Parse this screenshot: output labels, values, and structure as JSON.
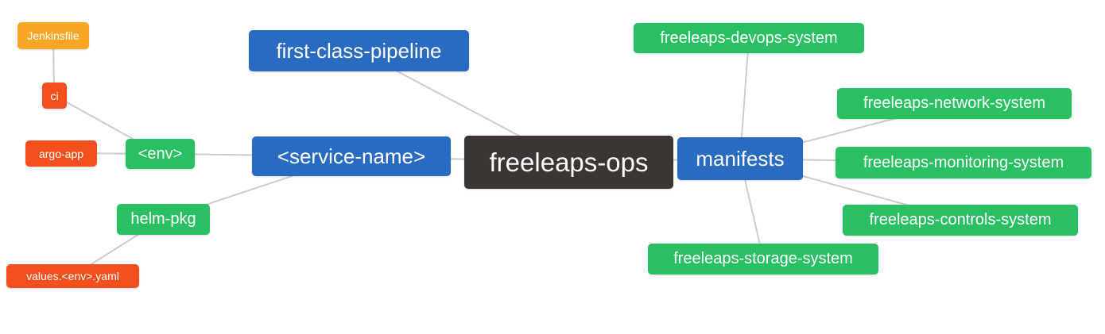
{
  "diagram": {
    "type": "mindmap",
    "root": "freeleaps-ops",
    "nodes": {
      "ops": {
        "label": "freeleaps-ops",
        "color": "#3b3633"
      },
      "fcp": {
        "label": "first-class-pipeline",
        "color": "#2a6bc2"
      },
      "service": {
        "label": "<service-name>",
        "color": "#2a6bc2"
      },
      "manifests": {
        "label": "manifests",
        "color": "#2a6bc2"
      },
      "env": {
        "label": "<env>",
        "color": "#29bf62"
      },
      "helm": {
        "label": "helm-pkg",
        "color": "#29bf62"
      },
      "ci": {
        "label": "ci",
        "color": "#f4501e"
      },
      "argo_app": {
        "label": "argo-app",
        "color": "#f4501e"
      },
      "values": {
        "label": "values.<env>.yaml",
        "color": "#f4501e"
      },
      "jenkinsfile": {
        "label": "Jenkinsfile",
        "color": "#f6a623"
      },
      "devops": {
        "label": "freeleaps-devops-system",
        "color": "#29bf62"
      },
      "network": {
        "label": "freeleaps-network-system",
        "color": "#29bf62"
      },
      "monitoring": {
        "label": "freeleaps-monitoring-system",
        "color": "#29bf62"
      },
      "controls": {
        "label": "freeleaps-controls-system",
        "color": "#29bf62"
      },
      "storage": {
        "label": "freeleaps-storage-system",
        "color": "#29bf62"
      }
    },
    "edges": [
      [
        "jenkinsfile",
        "ci"
      ],
      [
        "ci",
        "env"
      ],
      [
        "argo_app",
        "env"
      ],
      [
        "env",
        "service"
      ],
      [
        "helm",
        "service"
      ],
      [
        "values",
        "helm"
      ],
      [
        "service",
        "ops"
      ],
      [
        "fcp",
        "ops"
      ],
      [
        "ops",
        "manifests"
      ],
      [
        "manifests",
        "devops"
      ],
      [
        "manifests",
        "network"
      ],
      [
        "manifests",
        "monitoring"
      ],
      [
        "manifests",
        "controls"
      ],
      [
        "manifests",
        "storage"
      ]
    ],
    "edge_color": "#cccccc"
  }
}
